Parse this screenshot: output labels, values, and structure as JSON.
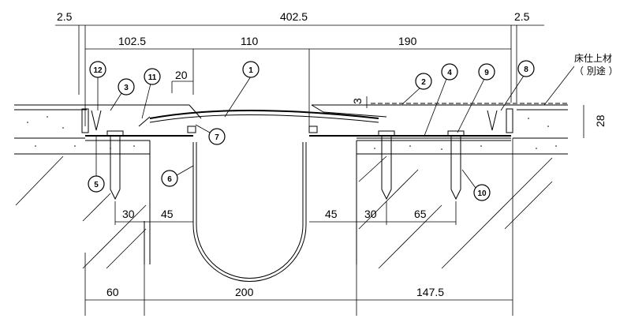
{
  "dimensions": {
    "top_left_gap": "2.5",
    "top_total": "402.5",
    "top_right_gap": "2.5",
    "upper_left": "102.5",
    "upper_middle": "110",
    "upper_right": "190",
    "small_20": "20",
    "small_3": "3",
    "height_28": "28",
    "mid_30_left": "30",
    "mid_45_left": "45",
    "mid_45_right": "45",
    "mid_30_right": "30",
    "mid_65": "65",
    "bottom_60": "60",
    "bottom_200": "200",
    "bottom_147": "147.5"
  },
  "labels": {
    "floor_finish": "床仕上材",
    "separate": "（ 別途 ）"
  },
  "callouts": [
    "1",
    "2",
    "3",
    "4",
    "5",
    "6",
    "7",
    "8",
    "9",
    "10",
    "11",
    "12"
  ]
}
